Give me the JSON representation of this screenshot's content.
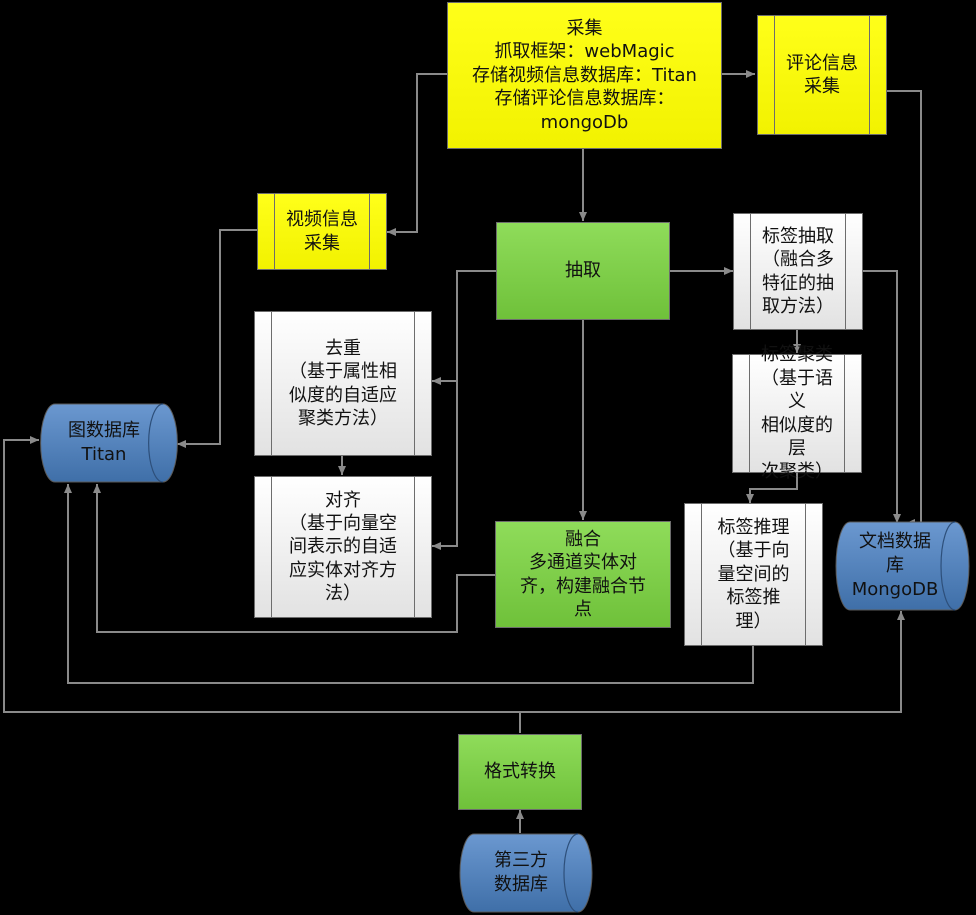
{
  "nodes": {
    "collect": "采集\n抓取框架：webMagic\n存储视频信息数据库：Titan\n存储评论信息数据库：\nmongoDb",
    "comment_collect": "评论信息\n采集",
    "video_collect": "视频信息\n采集",
    "extract": "抽取",
    "tag_extract": "标签抽取\n（融合多\n特征的抽\n取方法）",
    "tag_cluster": "标签聚类\n（基于语义\n相似度的层\n次聚类）",
    "tag_infer": "标签推理\n（基于向\n量空间的\n标签推\n理）",
    "dedup": "去重\n（基于属性相\n似度的自适应\n聚类方法）",
    "align": "对齐\n（基于向量空\n间表示的自适\n应实体对齐方\n法）",
    "fuse": "融合\n多通道实体对\n齐，构建融合节\n点",
    "graph_db": "图数据库\nTitan",
    "doc_db": "文档数据\n库\nMongoDB",
    "format_convert": "格式转换",
    "third_party_db": "第三方\n数据库"
  },
  "colors": {
    "yellow": "#ffff00",
    "green": "#7ccf47",
    "gray": "#efefef",
    "db_blue": "#4f81bd",
    "line": "#7f7f7f"
  }
}
